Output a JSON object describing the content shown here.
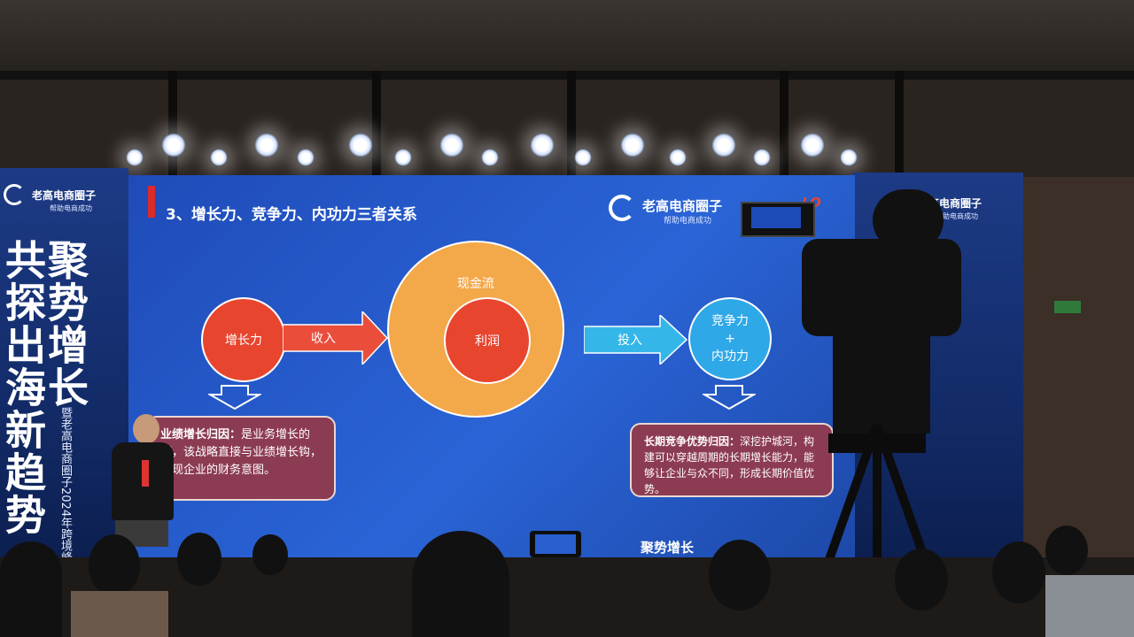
{
  "slide": {
    "title": "3、增长力、竞争力、内功力三者关系",
    "logo_name": "老高电商圈子",
    "logo_tagline": "帮助电商成功",
    "partner_logo": "LO",
    "growth": "增长力",
    "revenue_arrow": "收入",
    "cashflow": "现金流",
    "profit": "利润",
    "invest_arrow": "投入",
    "competitiveness": "竞争力",
    "plus": "+",
    "internal": "内功力",
    "left_box_lead": "业绩增长归因：",
    "left_box_text": "是业务增长的源，该战略直接与业绩增长钩，体现企业的财务意图。",
    "right_box_lead": "长期竞争优势归因：",
    "right_box_text": "深挖护城河，构建可以穿越周期的长期增长能力，能够让企业与众不同，形成长期价值优势。",
    "footer": "聚势增长"
  },
  "left_banner": {
    "logo_name": "老高电商圈子",
    "logo_tagline": "帮助电商成功",
    "col1": "共探出海新趋势",
    "col2": "聚势增长",
    "sub": "暨老高电商圈子2024年跨境峰会"
  },
  "right_banner": {
    "logo_name": "老高电商圈子",
    "logo_tagline": "帮助电商成功"
  },
  "colors": {
    "screen_blue": "#2a64d6",
    "growth_red": "#e8452f",
    "cash_orange": "#f3a84a",
    "competitive_blue": "#2fa8e8",
    "box_maroon": "#8c3c52"
  }
}
